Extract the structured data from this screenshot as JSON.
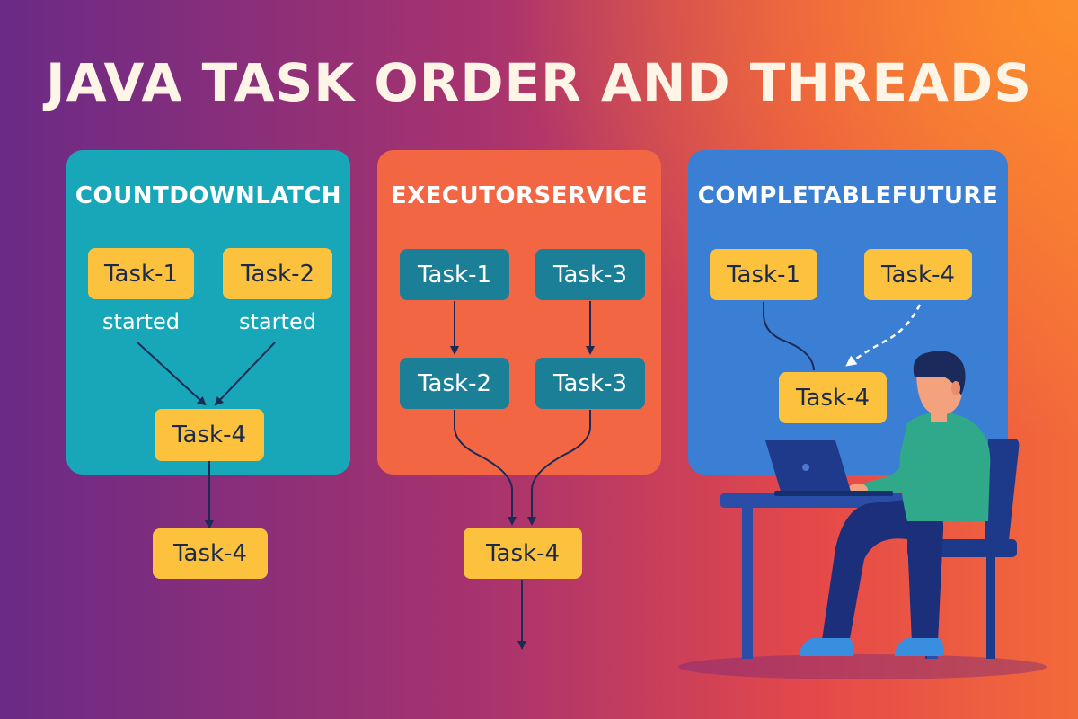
{
  "title": "JAVA TASK ORDER AND THREADS",
  "colors": {
    "panel_countdown": "#17a7b8",
    "panel_executor": "#f26644",
    "panel_completable": "#3a7fd4",
    "task_yellow": "#fcc23e",
    "task_teal": "#1c7f98",
    "arrow": "#1c2a55"
  },
  "panels": {
    "countdownlatch": {
      "title": "COUNTDOWNLATCH",
      "task1": "Task-1",
      "task2": "Task-2",
      "started1": "started",
      "started2": "started",
      "task4": "Task-4",
      "output": "Task-4"
    },
    "executorservice": {
      "title": "EXECUTORSERVICE",
      "task1": "Task-1",
      "task3_top": "Task-3",
      "task2": "Task-2",
      "task3_bottom": "Task-3",
      "output": "Task-4"
    },
    "completablefuture": {
      "title": "COMPLETABLEFUTURE",
      "task1": "Task-1",
      "task4_top": "Task-4",
      "task4_center": "Task-4"
    }
  },
  "illustration": {
    "subject": "person-at-laptop",
    "shirt": "#2fa98a",
    "pants": "#1b2f7a",
    "hair": "#1b2a5a",
    "skin": "#f4a27e",
    "shoes": "#3a8ee0",
    "desk": "#2a4ea8",
    "laptop": "#1f3a8a"
  }
}
